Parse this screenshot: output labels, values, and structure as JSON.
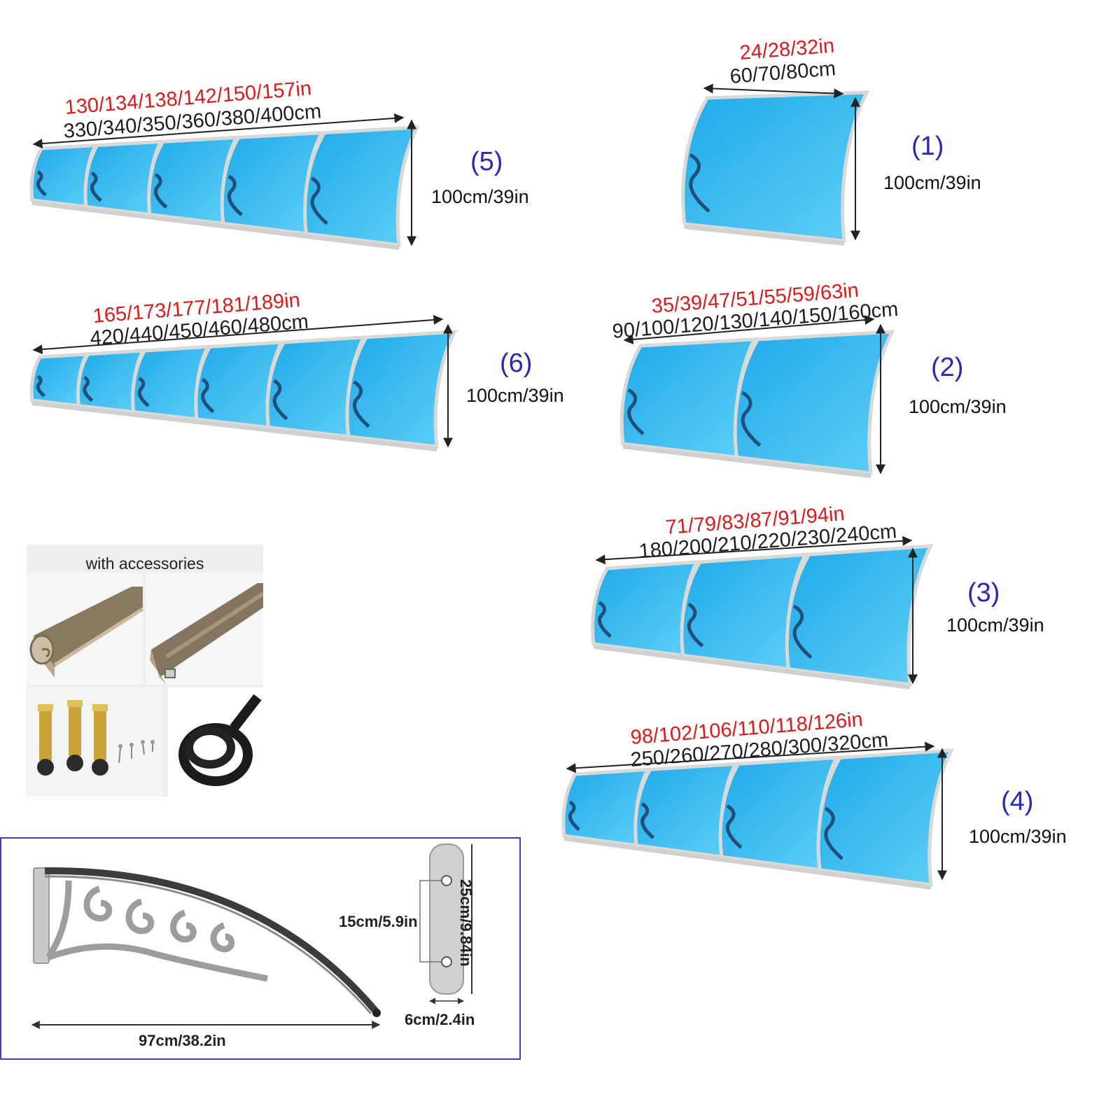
{
  "colors": {
    "inch_label": "#e01a1a",
    "cm_label": "#1e1e1e",
    "model_number": "#2a28b8",
    "panel": "#29b6f0",
    "frame": "#dcdcdc",
    "bracket": "#1f4f7a",
    "box_border": "#3b3fc0"
  },
  "models": [
    {
      "id": "1",
      "number": "(1)",
      "width_in": "24/28/32in",
      "width_cm": "60/70/80cm",
      "height": "100cm/39in"
    },
    {
      "id": "2",
      "number": "(2)",
      "width_in": "35/39/47/51/55/59/63in",
      "width_cm": "90/100/120/130/140/150/160cm",
      "height": "100cm/39in"
    },
    {
      "id": "3",
      "number": "(3)",
      "width_in": "71/79/83/87/91/94in",
      "width_cm": "180/200/210/220/230/240cm",
      "height": "100cm/39in"
    },
    {
      "id": "4",
      "number": "(4)",
      "width_in": "98/102/106/110/118/126in",
      "width_cm": "250/260/270/280/300/320cm",
      "height": "100cm/39in"
    },
    {
      "id": "5",
      "number": "(5)",
      "width_in": "130/134/138/142/150/157in",
      "width_cm": "330/340/350/360/380/400cm",
      "height": "100cm/39in"
    },
    {
      "id": "6",
      "number": "(6)",
      "width_in": "165/173/177/181/189in",
      "width_cm": "420/440/450/460/480cm",
      "height": "100cm/39in"
    }
  ],
  "accessories": {
    "title": "with accessories",
    "items": [
      "aluminium-rail-profile-icon",
      "aluminium-rail-profile-icon",
      "expansion-bolt-icon",
      "screw-icon",
      "rubber-seal-strip-icon"
    ]
  },
  "bracket_dimensions": {
    "length": "97cm/38.2in",
    "plate_height": "25cm/9.84in",
    "hole_spacing": "15cm/5.9in",
    "plate_width": "6cm/2.4in"
  }
}
